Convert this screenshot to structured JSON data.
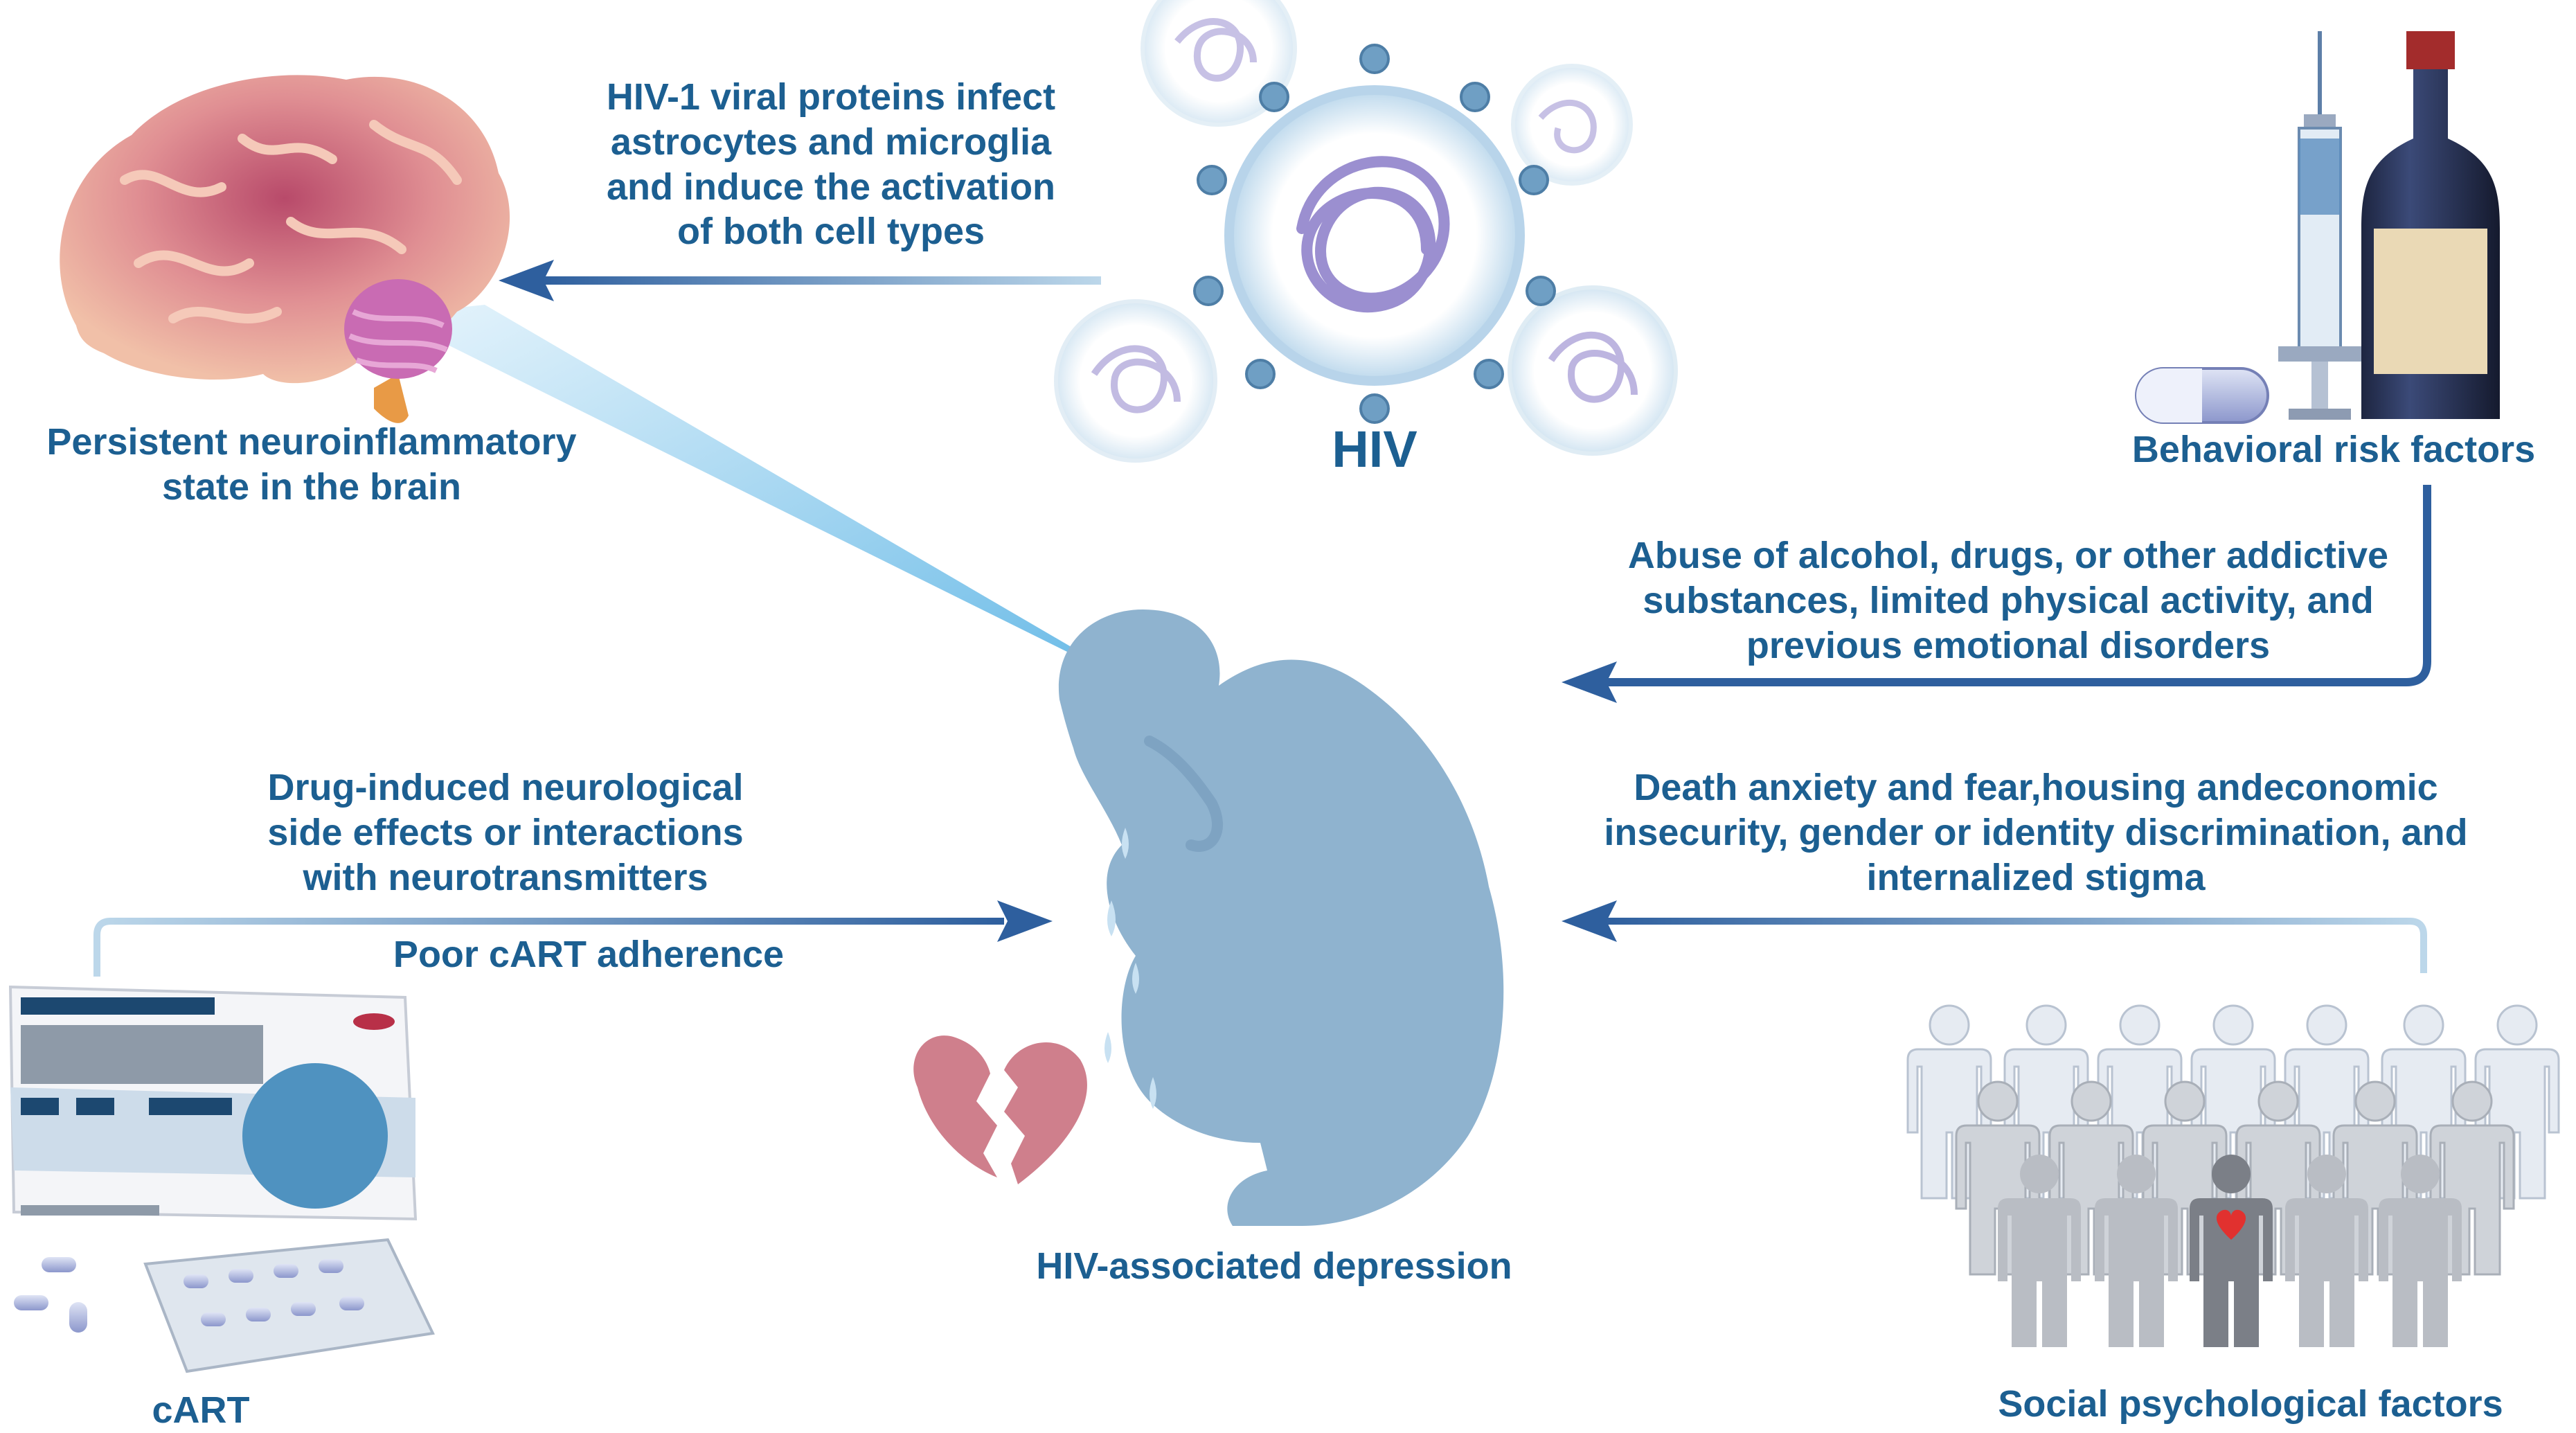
{
  "labels": {
    "hiv_title": "HIV",
    "hiv_mechanism": "HIV-1 viral proteins infect\nastrocytes and microglia\nand induce the activation\nof both cell types",
    "brain_state": "Persistent neuroinflammatory\nstate in the brain",
    "behavioral_title": "Behavioral risk factors",
    "behavioral_desc": "Abuse of alcohol, drugs, or other addictive\nsubstances, limited physical activity, and\nprevious emotional disorders",
    "drug_effects": "Drug-induced neurological\nside effects or interactions\nwith neurotransmitters",
    "poor_adherence": "Poor cART adherence",
    "social_desc": "Death anxiety and fear,housing andeconomic\ninsecurity, gender or identity discrimination, and\ninternalized stigma",
    "center_title": "HIV-associated depression",
    "cart_title": "cART",
    "social_title": "Social psychological factors"
  },
  "colors": {
    "text": "#1c5f91",
    "arrow_dark": "#2e5f9e",
    "arrow_light": "#a9cbe2",
    "person": "#8fb3cf",
    "brain": "#e7a39a",
    "heart": "#cf7f8c",
    "virus_ring": "#cfe2ef",
    "virus_rna": "#9b8fd0"
  }
}
